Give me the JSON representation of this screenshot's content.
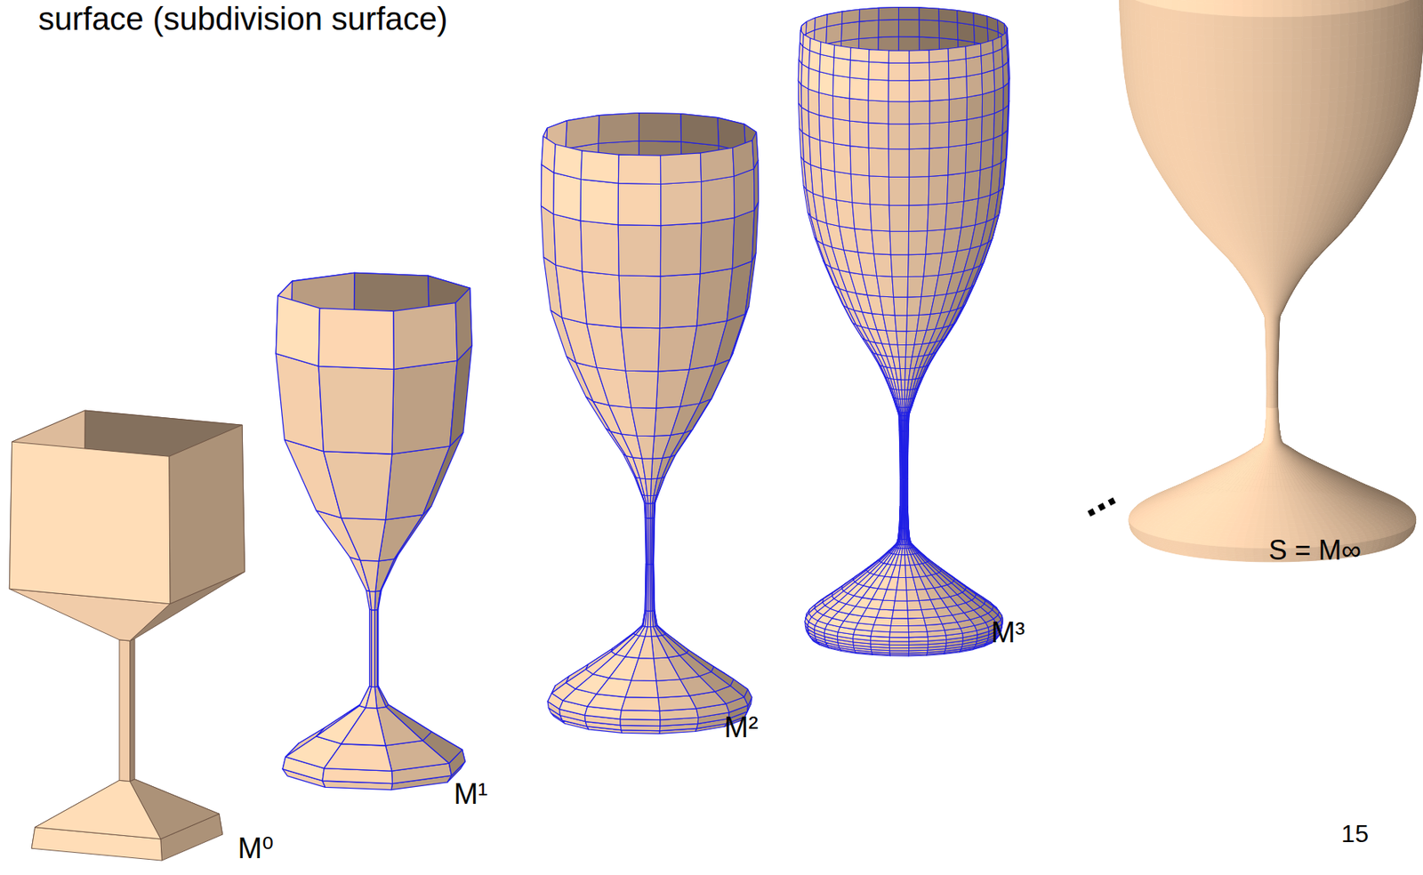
{
  "diagram": {
    "title": "surface (subdivision surface)",
    "labels": [
      "M⁰",
      "M¹",
      "M²",
      "M³",
      "...",
      "S = M∞",
      "15"
    ]
  }
}
